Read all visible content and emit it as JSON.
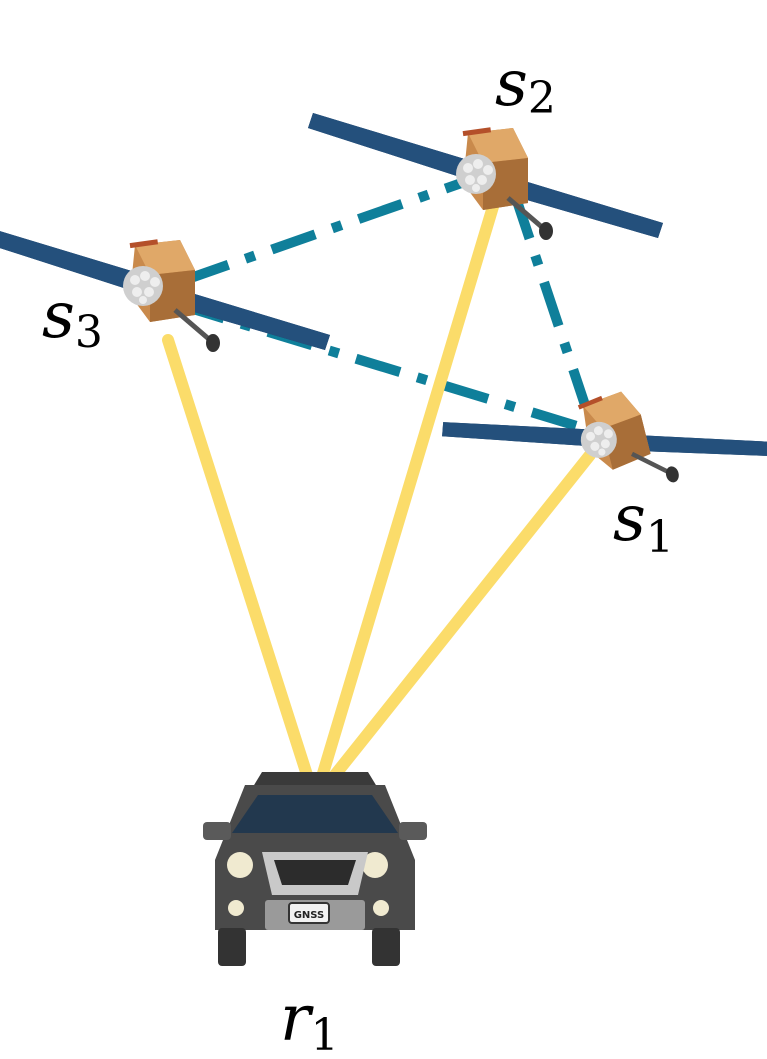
{
  "labels": {
    "s1": {
      "base": "s",
      "sub": "1"
    },
    "s2": {
      "base": "s",
      "sub": "2"
    },
    "s3": {
      "base": "s",
      "sub": "3"
    },
    "r1": {
      "base": "r",
      "sub": "1"
    }
  },
  "car": {
    "plate": "GNSS"
  },
  "colors": {
    "signal": "#fbdc6a",
    "crosslink": "#0f7f9a",
    "panel": "#1c3e63",
    "bus": "#c98a4c",
    "car_body": "#4a4a4a",
    "car_glass": "#22384e"
  }
}
